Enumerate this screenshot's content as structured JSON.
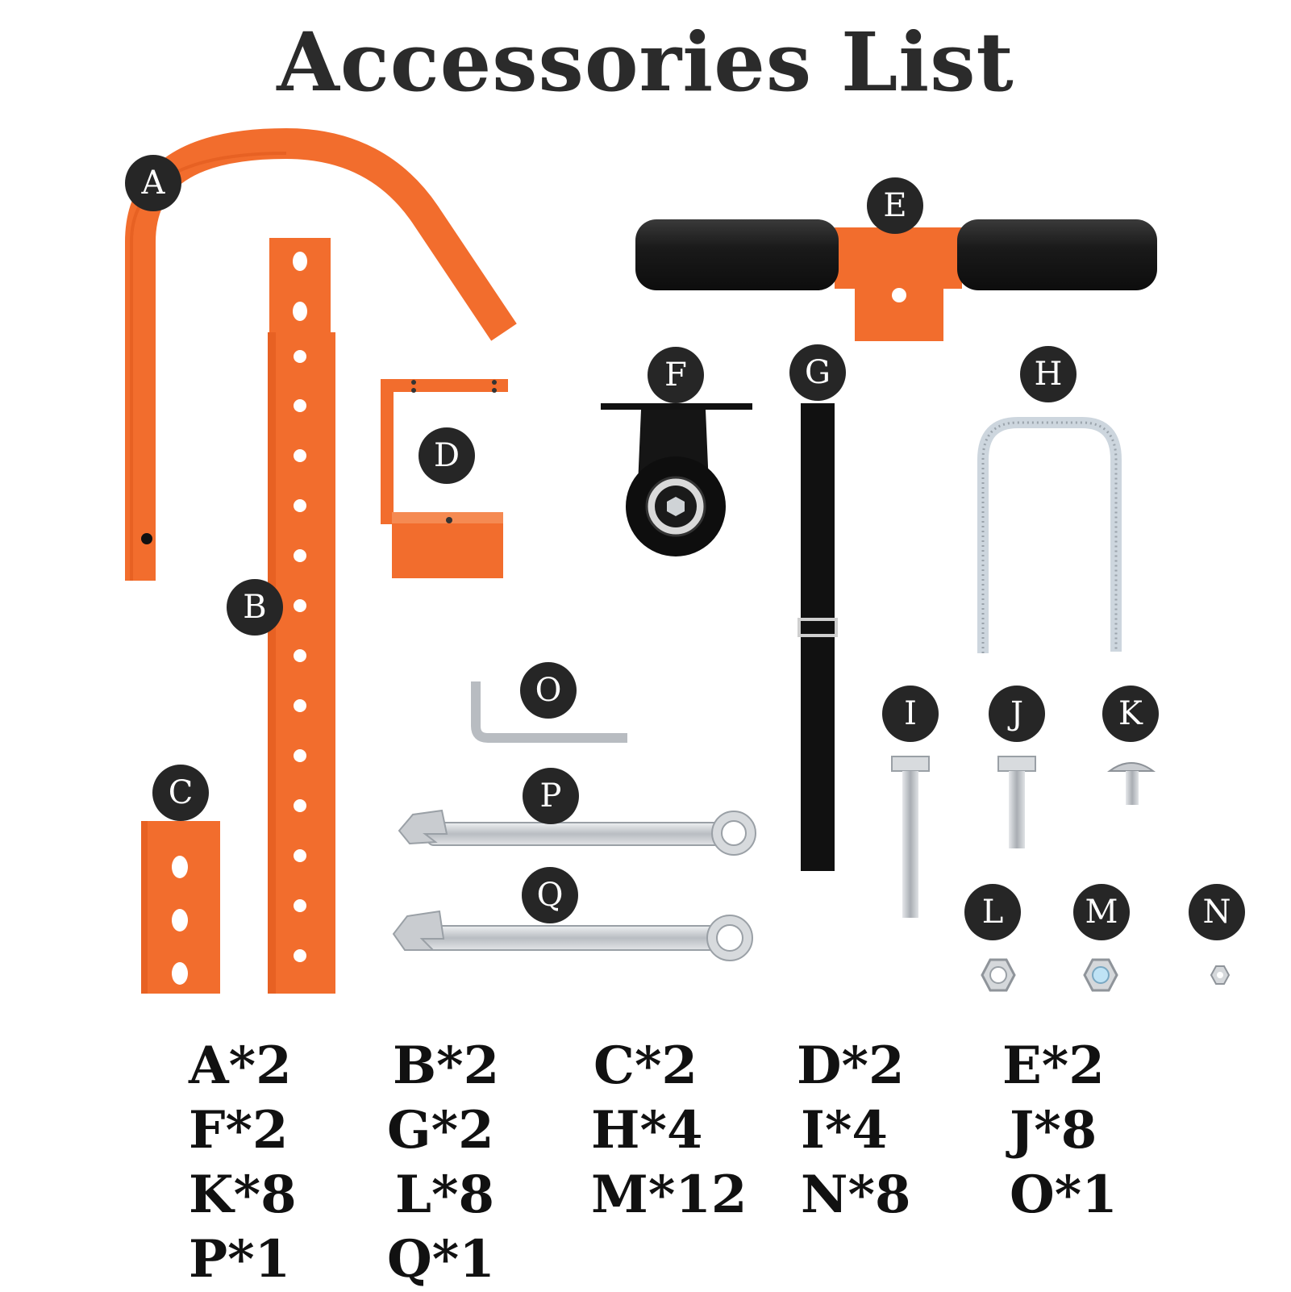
{
  "title": "Accessories List",
  "colors": {
    "accent_orange": "#f26d2d",
    "badge_dark": "#262626",
    "foam_black": "#1e1e1e",
    "steel": "#c9ccd0"
  },
  "labels": {
    "A": "A",
    "B": "B",
    "C": "C",
    "D": "D",
    "E": "E",
    "F": "F",
    "G": "G",
    "H": "H",
    "I": "I",
    "J": "J",
    "K": "K",
    "L": "L",
    "M": "M",
    "N": "N",
    "O": "O",
    "P": "P",
    "Q": "Q"
  },
  "quantities": [
    [
      "A*2",
      "B*2",
      "C*2",
      "D*2",
      "E*2"
    ],
    [
      "F*2",
      "G*2",
      "H*4",
      "I*4",
      "J*8"
    ],
    [
      "K*8",
      "L*8",
      "M*12",
      "N*8",
      "O*1"
    ],
    [
      "P*1",
      "Q*1"
    ]
  ]
}
